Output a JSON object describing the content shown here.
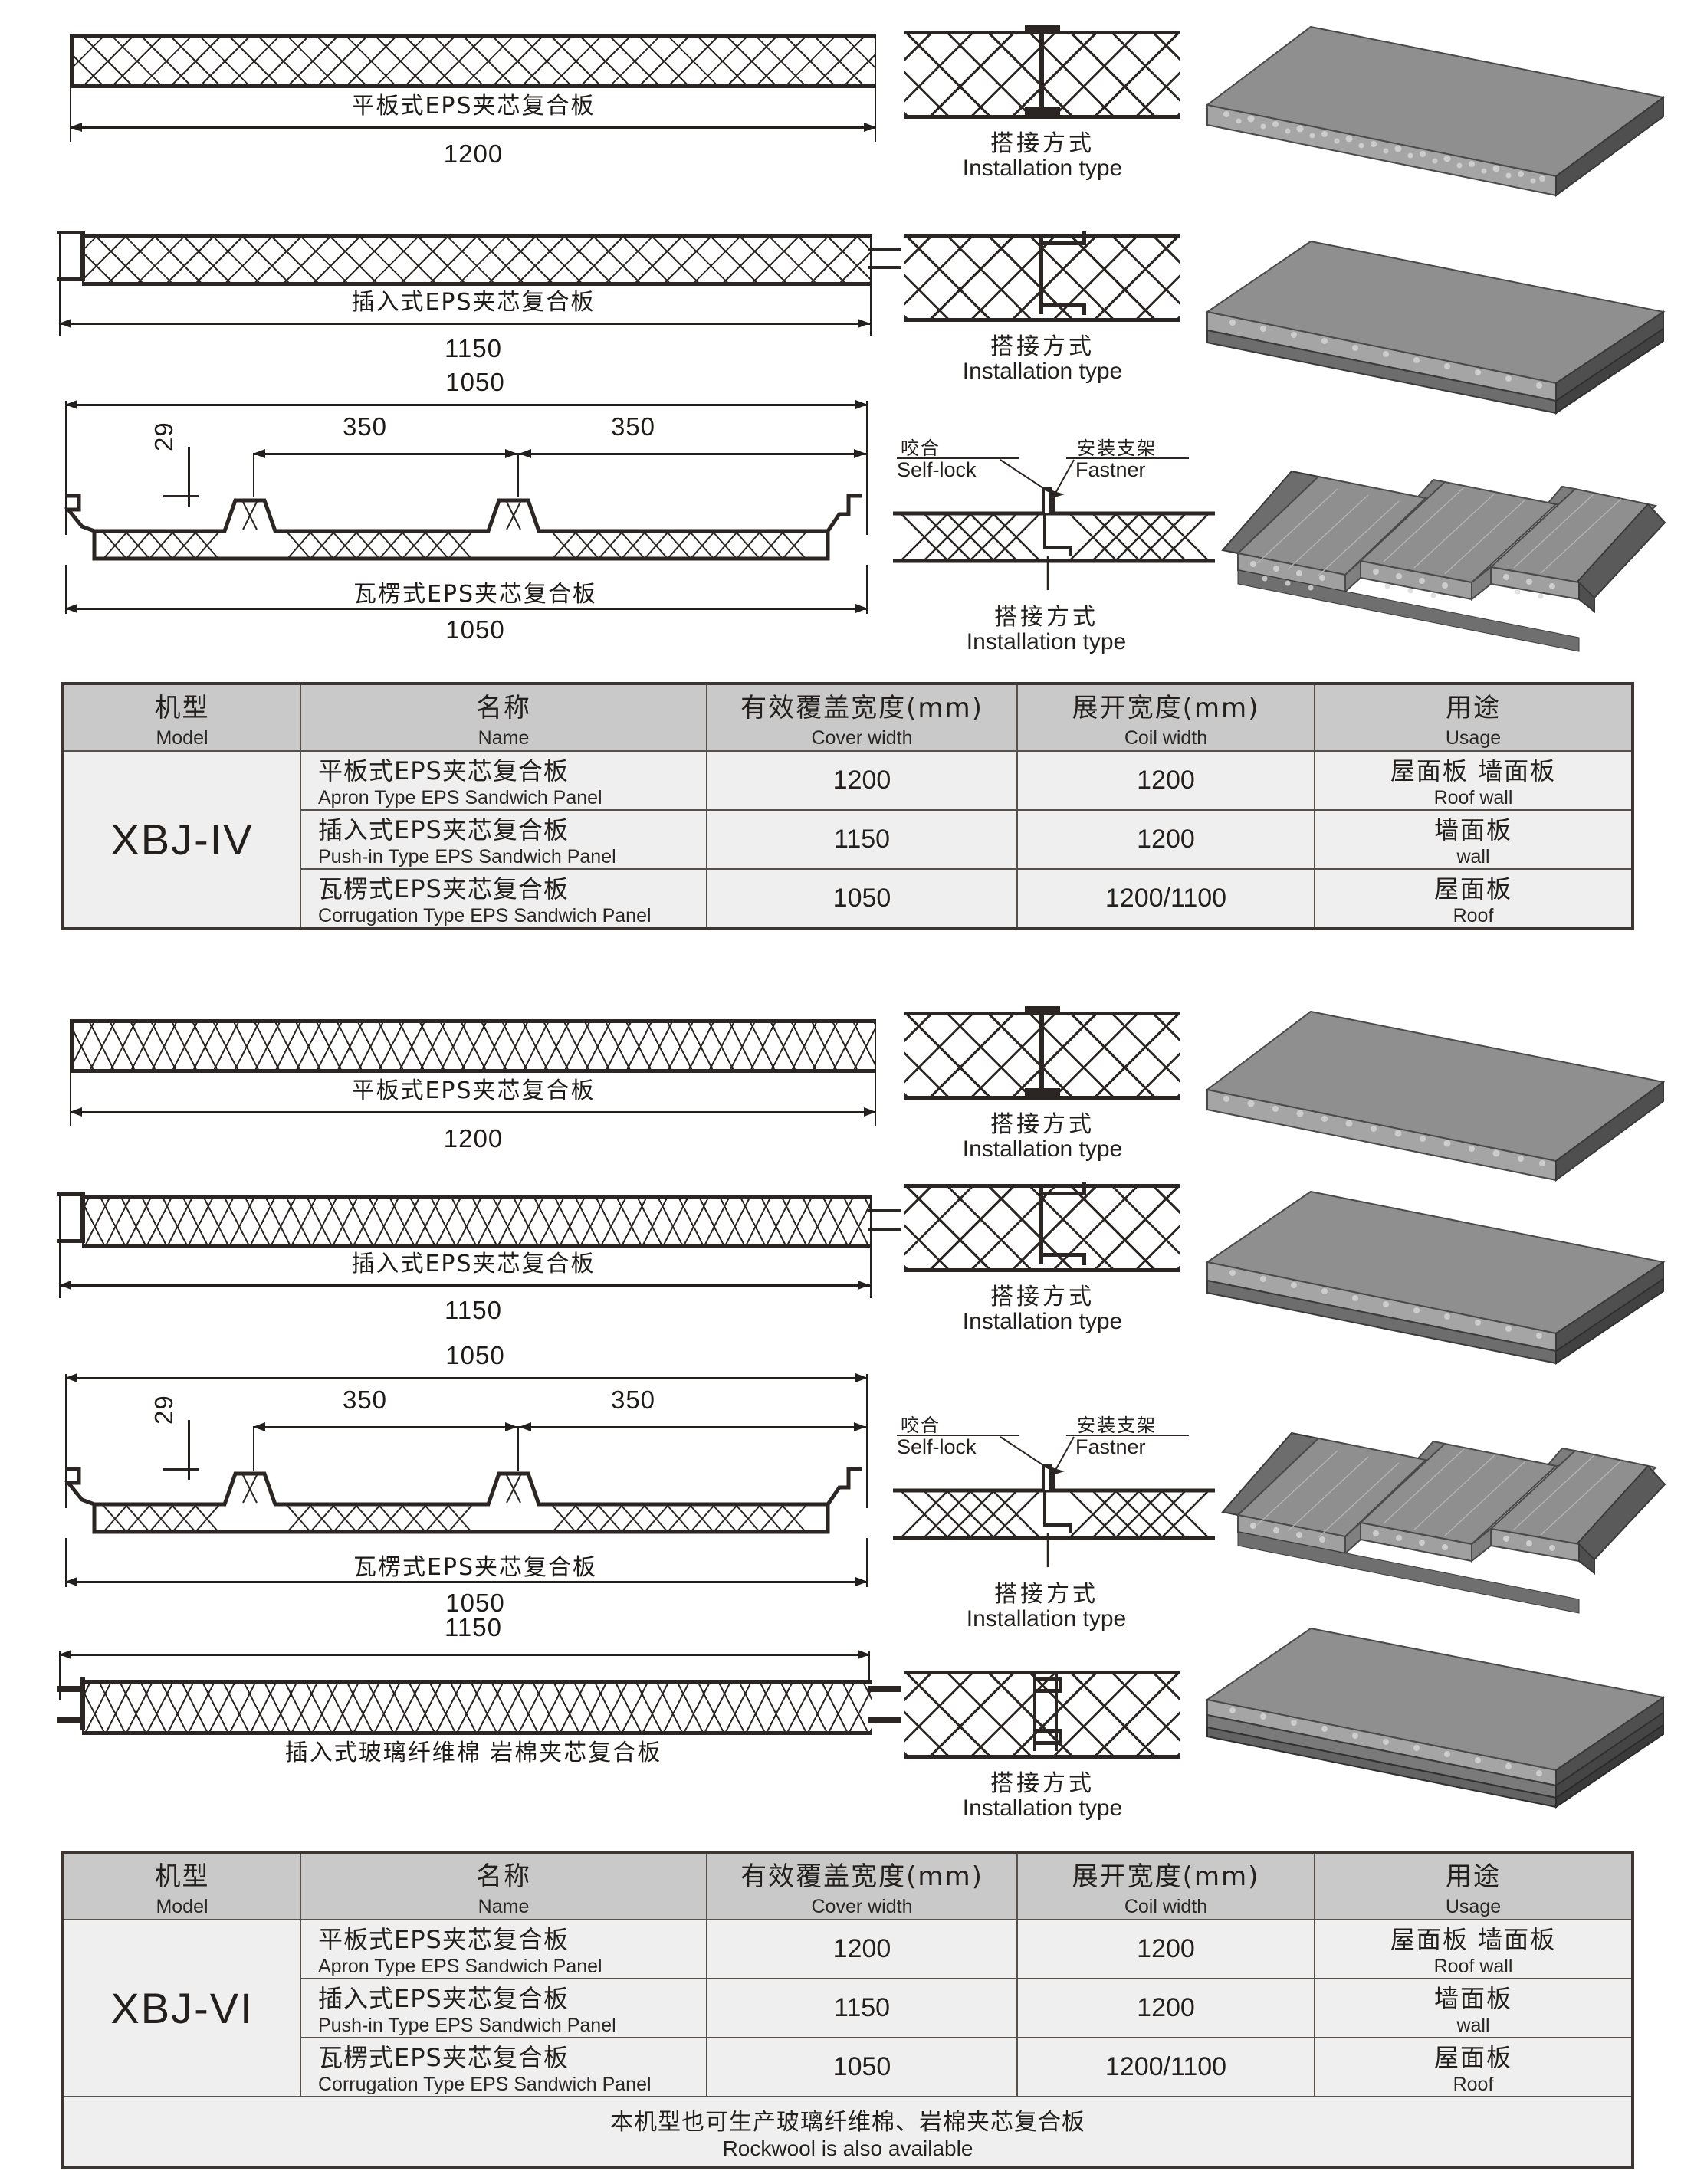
{
  "sections": [
    {
      "id": "xbj-iv",
      "panels": [
        {
          "type": "flat",
          "name_cn": "平板式EPS夹芯复合板",
          "width_dim": "1200",
          "joint_cn": "搭接方式",
          "joint_en": "Installation type"
        },
        {
          "type": "push-in",
          "name_cn": "插入式EPS夹芯复合板",
          "width_dim": "1150",
          "joint_cn": "搭接方式",
          "joint_en": "Installation type"
        },
        {
          "type": "corrugated",
          "name_cn": "瓦楞式EPS夹芯复合板",
          "width_dim": "1050",
          "top_dim": "1050",
          "bottom_dim": "1050",
          "rib_dim_1": "350",
          "rib_dim_2": "350",
          "height_dim": "29",
          "joint_cn": "搭接方式",
          "joint_en": "Installation type",
          "callout_selflock_cn": "咬合",
          "callout_selflock_en": "Self-lock",
          "callout_fastner_cn": "安装支架",
          "callout_fastner_en": "Fastner"
        }
      ],
      "table": {
        "headers": [
          {
            "cn": "机型",
            "en": "Model"
          },
          {
            "cn": "名称",
            "en": "Name"
          },
          {
            "cn": "有效覆盖宽度(mm)",
            "en": "Cover width"
          },
          {
            "cn": "展开宽度(mm)",
            "en": "Coil width"
          },
          {
            "cn": "用途",
            "en": "Usage"
          }
        ],
        "model": "XBJ-IV",
        "rows": [
          {
            "name_cn": "平板式EPS夹芯复合板",
            "name_en": "Apron Type EPS Sandwich Panel",
            "cover_width": "1200",
            "coil_width": "1200",
            "usage_cn": "屋面板 墙面板",
            "usage_en": "Roof  wall"
          },
          {
            "name_cn": "插入式EPS夹芯复合板",
            "name_en": "Push-in Type EPS Sandwich Panel",
            "cover_width": "1150",
            "coil_width": "1200",
            "usage_cn": "墙面板",
            "usage_en": "wall"
          },
          {
            "name_cn": "瓦楞式EPS夹芯复合板",
            "name_en": "Corrugation Type EPS Sandwich Panel",
            "cover_width": "1050",
            "coil_width": "1200/1100",
            "usage_cn": "屋面板",
            "usage_en": "Roof"
          }
        ],
        "note": null
      }
    },
    {
      "id": "xbj-vi",
      "panels": [
        {
          "type": "flat",
          "name_cn": "平板式EPS夹芯复合板",
          "width_dim": "1200",
          "joint_cn": "搭接方式",
          "joint_en": "Installation type"
        },
        {
          "type": "push-in",
          "name_cn": "插入式EPS夹芯复合板",
          "width_dim": "1150",
          "joint_cn": "搭接方式",
          "joint_en": "Installation type"
        },
        {
          "type": "corrugated",
          "name_cn": "瓦楞式EPS夹芯复合板",
          "width_dim": "1050",
          "top_dim": "1050",
          "bottom_dim": "1050",
          "rib_dim_1": "350",
          "rib_dim_2": "350",
          "height_dim": "29",
          "joint_cn": "搭接方式",
          "joint_en": "Installation type",
          "callout_selflock_cn": "咬合",
          "callout_selflock_en": "Self-lock",
          "callout_fastner_cn": "安装支架",
          "callout_fastner_en": "Fastner"
        },
        {
          "type": "rockwool",
          "name_cn": "插入式玻璃纤维棉 岩棉夹芯复合板",
          "width_dim": "1150",
          "joint_cn": "搭接方式",
          "joint_en": "Installation type"
        }
      ],
      "table": {
        "headers": [
          {
            "cn": "机型",
            "en": "Model"
          },
          {
            "cn": "名称",
            "en": "Name"
          },
          {
            "cn": "有效覆盖宽度(mm)",
            "en": "Cover width"
          },
          {
            "cn": "展开宽度(mm)",
            "en": "Coil width"
          },
          {
            "cn": "用途",
            "en": "Usage"
          }
        ],
        "model": "XBJ-VI",
        "rows": [
          {
            "name_cn": "平板式EPS夹芯复合板",
            "name_en": "Apron Type EPS Sandwich Panel",
            "cover_width": "1200",
            "coil_width": "1200",
            "usage_cn": "屋面板 墙面板",
            "usage_en": "Roof  wall"
          },
          {
            "name_cn": "插入式EPS夹芯复合板",
            "name_en": "Push-in Type EPS Sandwich Panel",
            "cover_width": "1150",
            "coil_width": "1200",
            "usage_cn": "墙面板",
            "usage_en": "wall"
          },
          {
            "name_cn": "瓦楞式EPS夹芯复合板",
            "name_en": "Corrugation Type EPS Sandwich Panel",
            "cover_width": "1050",
            "coil_width": "1200/1100",
            "usage_cn": "屋面板",
            "usage_en": "Roof"
          }
        ],
        "note": {
          "cn": "本机型也可生产玻璃纤维棉、岩棉夹芯复合板",
          "en": "Rockwool is also available"
        }
      }
    }
  ],
  "colors": {
    "line": "#2b2623",
    "table_header_bg": "#c9c9c9",
    "table_body_bg": "#efefef",
    "panel_face": "#8f8f8f",
    "panel_dark": "#5a5a5a"
  }
}
